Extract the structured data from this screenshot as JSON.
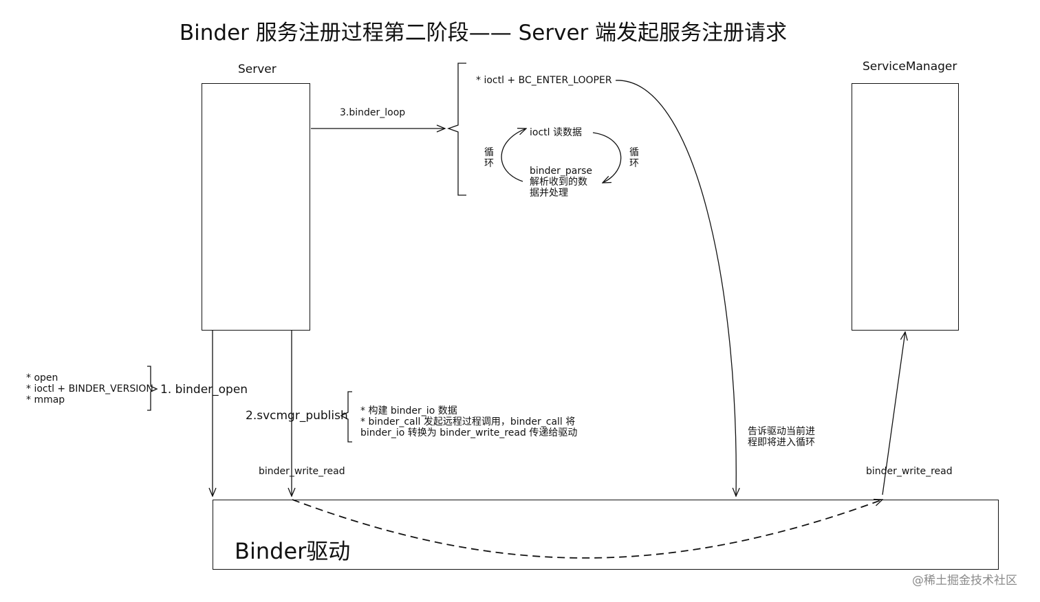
{
  "diagram": {
    "title": "Binder 服务注册过程第二阶段—— Server 端发起服务注册请求",
    "nodes": {
      "server": {
        "label": "Server"
      },
      "service_manager": {
        "label": "ServiceManager"
      },
      "binder_driver": {
        "label": "Binder驱动"
      }
    },
    "edges": {
      "binder_loop": {
        "label": "3.binder_loop"
      },
      "binder_open": {
        "label": "1. binder_open"
      },
      "svcmgr_publish": {
        "label": "2.svcmgr_publish"
      },
      "server_write_read": {
        "label": "binder_write_read"
      },
      "sm_write_read": {
        "label": "binder_write_read"
      }
    },
    "notes": {
      "enter_looper": "* ioctl + BC_ENTER_LOOPER",
      "ioctl_read": "ioctl 读数据",
      "loop_left": "循\n环",
      "loop_right": "循\n环",
      "binder_parse": "binder_parse\n解析收到的数\n据并处理",
      "open_steps": "* open\n* ioctl + BINDER_VERSION\n* mmap",
      "publish_steps": "* 构建 binder_io 数据\n* binder_call 发起远程过程调用，binder_call 将\nbinder_io 转换为 binder_write_read 传递给驱动",
      "tell_driver": "告诉驱动当前进\n程即将进入循环"
    },
    "watermark": "@稀土掘金技术社区"
  }
}
